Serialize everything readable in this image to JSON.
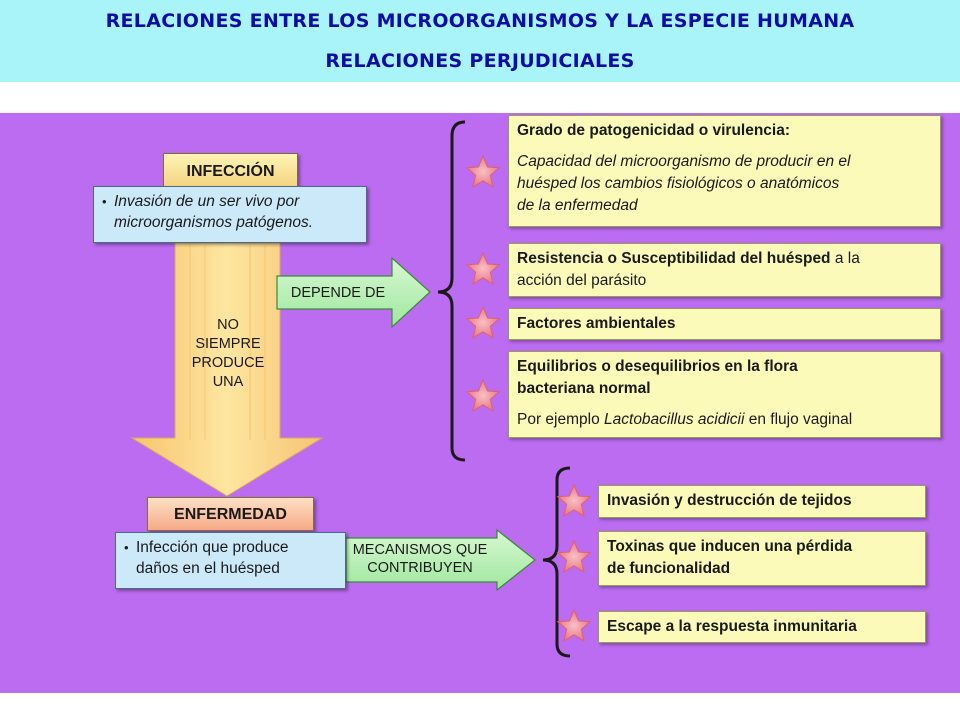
{
  "header": {
    "title_line1": "RELACIONES ENTRE LOS MICROORGANISMOS Y LA ESPECIE HUMANA",
    "title_line2": "RELACIONES PERJUDICIALES"
  },
  "colors": {
    "header_bg": "#a8f4f8",
    "header_text": "#0c0ca8",
    "panel_bg": "#bb6cf0",
    "right_box_bg": "#fbfab8",
    "def_box_bg": "#cce9fa",
    "green_arrow": "#b8f0b0"
  },
  "infeccion": {
    "label": "INFECCIÓN",
    "bullet": "•",
    "definition_l1": "Invasión de un ser vivo por",
    "definition_l2": "microorganismos patógenos."
  },
  "down_arrow": {
    "l1": "NO",
    "l2": "SIEMPRE",
    "l3": "PRODUCE",
    "l4": "UNA"
  },
  "depende_arrow": {
    "label": "DEPENDE DE"
  },
  "enfermedad": {
    "label": "ENFERMEDAD",
    "bullet": "•",
    "definition_l1": "Infección que produce",
    "definition_l2": "daños en el huésped"
  },
  "mecanismos_arrow": {
    "l1": "MECANISMOS QUE",
    "l2": "CONTRIBUYEN"
  },
  "factors": [
    {
      "title": "Grado de patogenicidad o virulencia:",
      "detail_l1": "Capacidad del microorganismo de producir en el",
      "detail_l2": "huésped los cambios fisiológicos o anatómicos",
      "detail_l3": "de la enfermedad"
    },
    {
      "title_bold": "Resistencia o Susceptibilidad del huésped",
      "title_rest": " a la",
      "line2": "acción del parásito"
    },
    {
      "title": "Factores ambientales"
    },
    {
      "title_l1": "Equilibrios o desequilibrios en la flora",
      "title_l2": "bacteriana normal",
      "example_prefix": "Por ejemplo ",
      "example_italic": "Lactobacillus acidicii",
      "example_suffix": " en flujo vaginal"
    }
  ],
  "mechanisms": [
    {
      "l1": "Invasión y destrucción de tejidos"
    },
    {
      "l1": "Toxinas que inducen una pérdida",
      "l2": "de funcionalidad"
    },
    {
      "l1": "Escape a la respuesta inmunitaria"
    }
  ]
}
